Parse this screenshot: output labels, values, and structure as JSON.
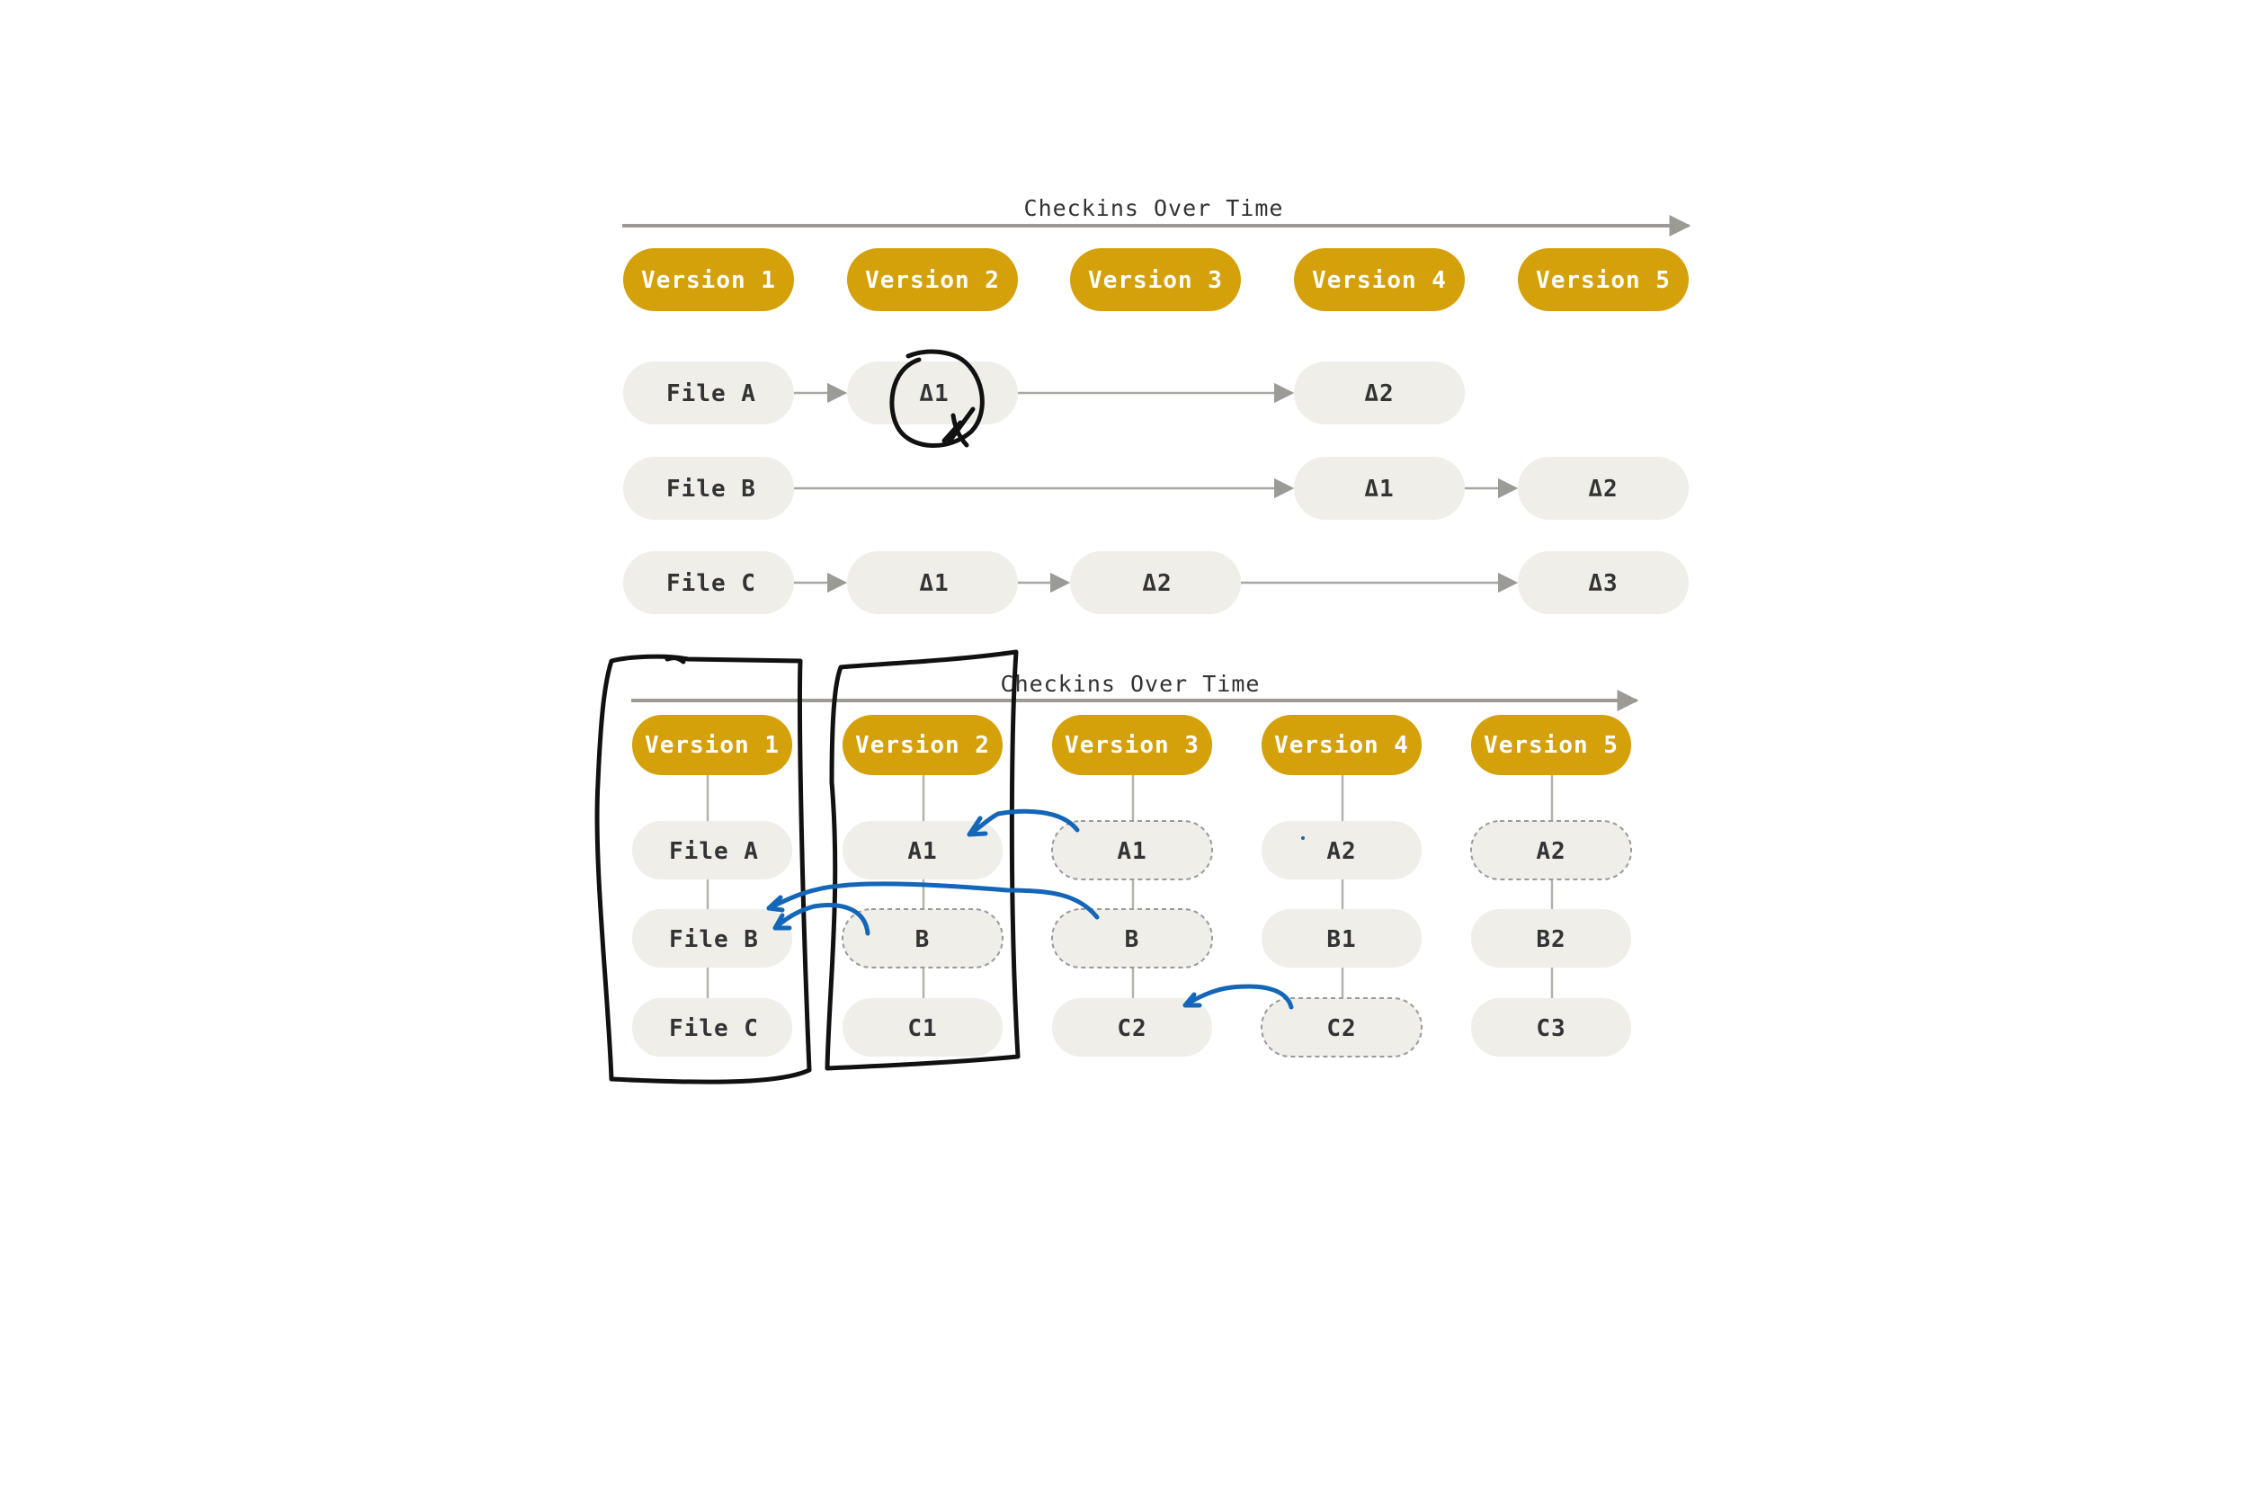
{
  "top_diagram": {
    "title": "Checkins Over Time",
    "versions": [
      "Version 1",
      "Version 2",
      "Version 3",
      "Version 4",
      "Version 5"
    ],
    "files": [
      "File A",
      "File B",
      "File C"
    ],
    "deltas": {
      "file_a": [
        "Δ1",
        "Δ2"
      ],
      "file_b": [
        "Δ1",
        "Δ2"
      ],
      "file_c": [
        "Δ1",
        "Δ2",
        "Δ3"
      ]
    }
  },
  "bottom_diagram": {
    "title": "Checkins Over Time",
    "versions": [
      "Version 1",
      "Version 2",
      "Version 3",
      "Version 4",
      "Version 5"
    ],
    "files": [
      "File A",
      "File B",
      "File C"
    ],
    "snapshots": {
      "version_2": [
        "A1",
        "B",
        "C1"
      ],
      "version_3": [
        "A1",
        "B",
        "C2"
      ],
      "version_4": [
        "A2",
        "B1",
        "C2"
      ],
      "version_5": [
        "A2",
        "B2",
        "C3"
      ]
    }
  },
  "colors": {
    "version_pill": "#d4a10b",
    "file_pill": "#efeee9",
    "annotation_ink": "#111111",
    "annotation_blue": "#1366b8"
  }
}
